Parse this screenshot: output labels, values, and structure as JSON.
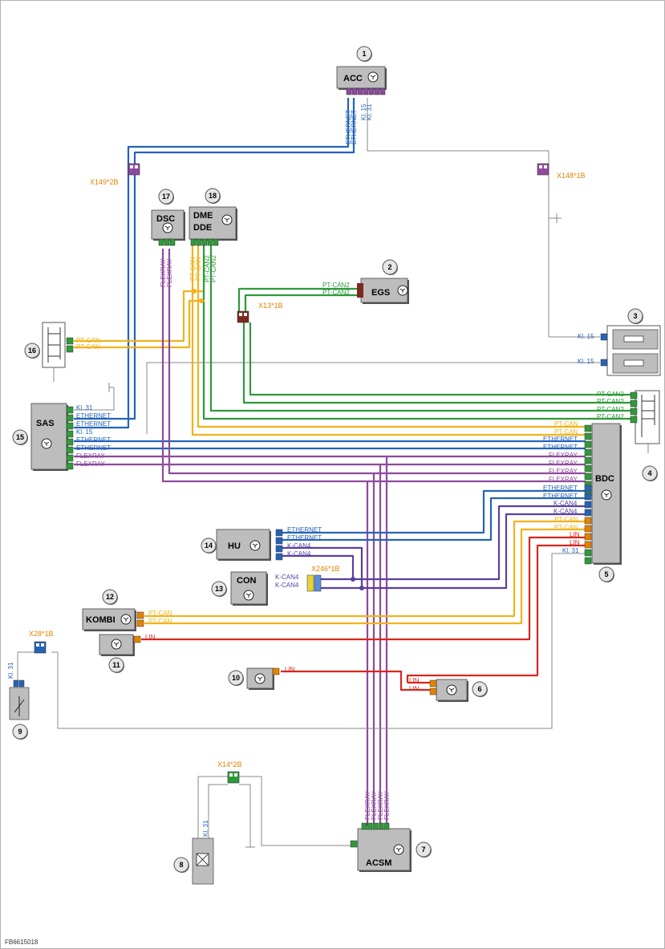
{
  "figure_id": "FB6615018",
  "colors": {
    "ethernet": "#2563b8",
    "pt_can": "#f2b21b",
    "pt_can2": "#2e9a3a",
    "flexray": "#8e4a9e",
    "k_can4": "#5a3fa0",
    "lin": "#d8261e",
    "terminal": "#8a8a8a",
    "connector_orange": "#e58200",
    "module_fill": "#bdbdbd"
  },
  "modules": [
    {
      "num": "1",
      "name": "ACC",
      "icon": "control-unit-icon"
    },
    {
      "num": "2",
      "name": "EGS",
      "icon": "control-unit-icon"
    },
    {
      "num": "3",
      "name": "",
      "icon": "fuse-icon"
    },
    {
      "num": "4",
      "name": "",
      "icon": "junction-block-icon"
    },
    {
      "num": "5",
      "name": "BDC",
      "icon": "control-unit-icon"
    },
    {
      "num": "6",
      "name": "",
      "icon": "control-unit-icon"
    },
    {
      "num": "7",
      "name": "ACSM",
      "icon": "control-unit-icon"
    },
    {
      "num": "8",
      "name": "",
      "icon": "sensor-icon"
    },
    {
      "num": "9",
      "name": "",
      "icon": "switch-icon"
    },
    {
      "num": "10",
      "name": "",
      "icon": "control-unit-icon"
    },
    {
      "num": "11",
      "name": "",
      "icon": "control-unit-icon"
    },
    {
      "num": "12",
      "name": "KOMBI",
      "icon": "control-unit-icon"
    },
    {
      "num": "13",
      "name": "CON",
      "icon": "control-unit-icon"
    },
    {
      "num": "14",
      "name": "HU",
      "icon": "control-unit-icon"
    },
    {
      "num": "15",
      "name": "SAS",
      "icon": "control-unit-icon"
    },
    {
      "num": "16",
      "name": "",
      "icon": "junction-block-icon"
    },
    {
      "num": "17",
      "name": "DSC",
      "icon": "control-unit-icon"
    },
    {
      "num": "18",
      "name": "DME\nDDE",
      "name_line1": "DME",
      "name_line2": "DDE",
      "icon": "control-unit-icon"
    }
  ],
  "connectors": [
    "X149*2B",
    "X148*1B",
    "X13*1B",
    "X246*1B",
    "X28*1B",
    "X14*2B"
  ],
  "signals": {
    "ethernet": "ETHERNET",
    "pt_can": "PT-CAN",
    "pt_can2": "PT-CAN2",
    "flexray": "FLEXRAY",
    "k_can4": "K-CAN4",
    "lin": "LIN",
    "kl15": "Kl. 15",
    "kl31": "Kl. 31"
  }
}
